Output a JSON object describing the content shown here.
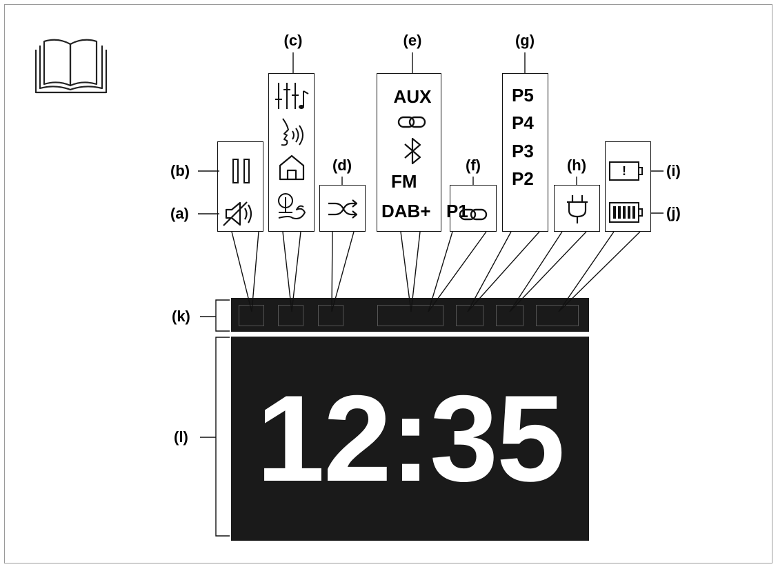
{
  "labels": {
    "a": "(a)",
    "b": "(b)",
    "c": "(c)",
    "d": "(d)",
    "e": "(e)",
    "f": "(f)",
    "g": "(g)",
    "h": "(h)",
    "i": "(i)",
    "j": "(j)",
    "k": "(k)",
    "l": "(l)"
  },
  "sources": [
    "AUX",
    "FM",
    "DAB+"
  ],
  "presets": [
    "P5",
    "P4",
    "P3",
    "P2",
    "P1"
  ],
  "battery_warning": "!",
  "clock": {
    "time": "12:35"
  },
  "icons": {
    "manual": "open-book-icon",
    "pause": "pause-icon",
    "mute": "speaker-muted-icon",
    "equalizer": "equalizer-icon",
    "voice": "voice-mode-icon",
    "indoor": "house-icon",
    "outdoor": "outdoor-tree-icon",
    "shuffle": "shuffle-icon",
    "link": "link-icon",
    "bluetooth": "bluetooth-icon",
    "mains": "power-plug-icon",
    "battery_low": "battery-low-icon",
    "battery_full": "battery-full-icon"
  }
}
